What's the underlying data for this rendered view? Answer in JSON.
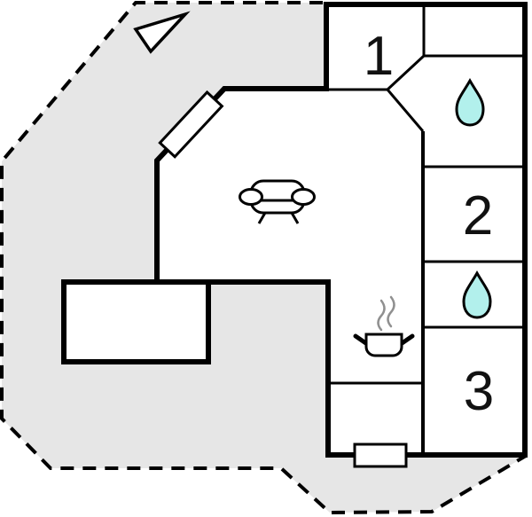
{
  "floorplan": {
    "kind": "floor-plan",
    "rooms": [
      {
        "id": "room-1",
        "label": "1"
      },
      {
        "id": "room-2",
        "label": "2"
      },
      {
        "id": "room-3",
        "label": "3"
      }
    ],
    "icons": [
      {
        "name": "north-arrow-icon"
      },
      {
        "name": "water-drop-icon"
      },
      {
        "name": "sofa-icon"
      },
      {
        "name": "cooking-pot-icon"
      },
      {
        "name": "steam-icon"
      },
      {
        "name": "window-icon"
      }
    ],
    "colors": {
      "wall": "#000000",
      "floor": "#ffffff",
      "plot_gray": "#e6e6e6",
      "water_drop": "#b2f0ec",
      "steam": "#909090",
      "text": "#111111"
    }
  }
}
